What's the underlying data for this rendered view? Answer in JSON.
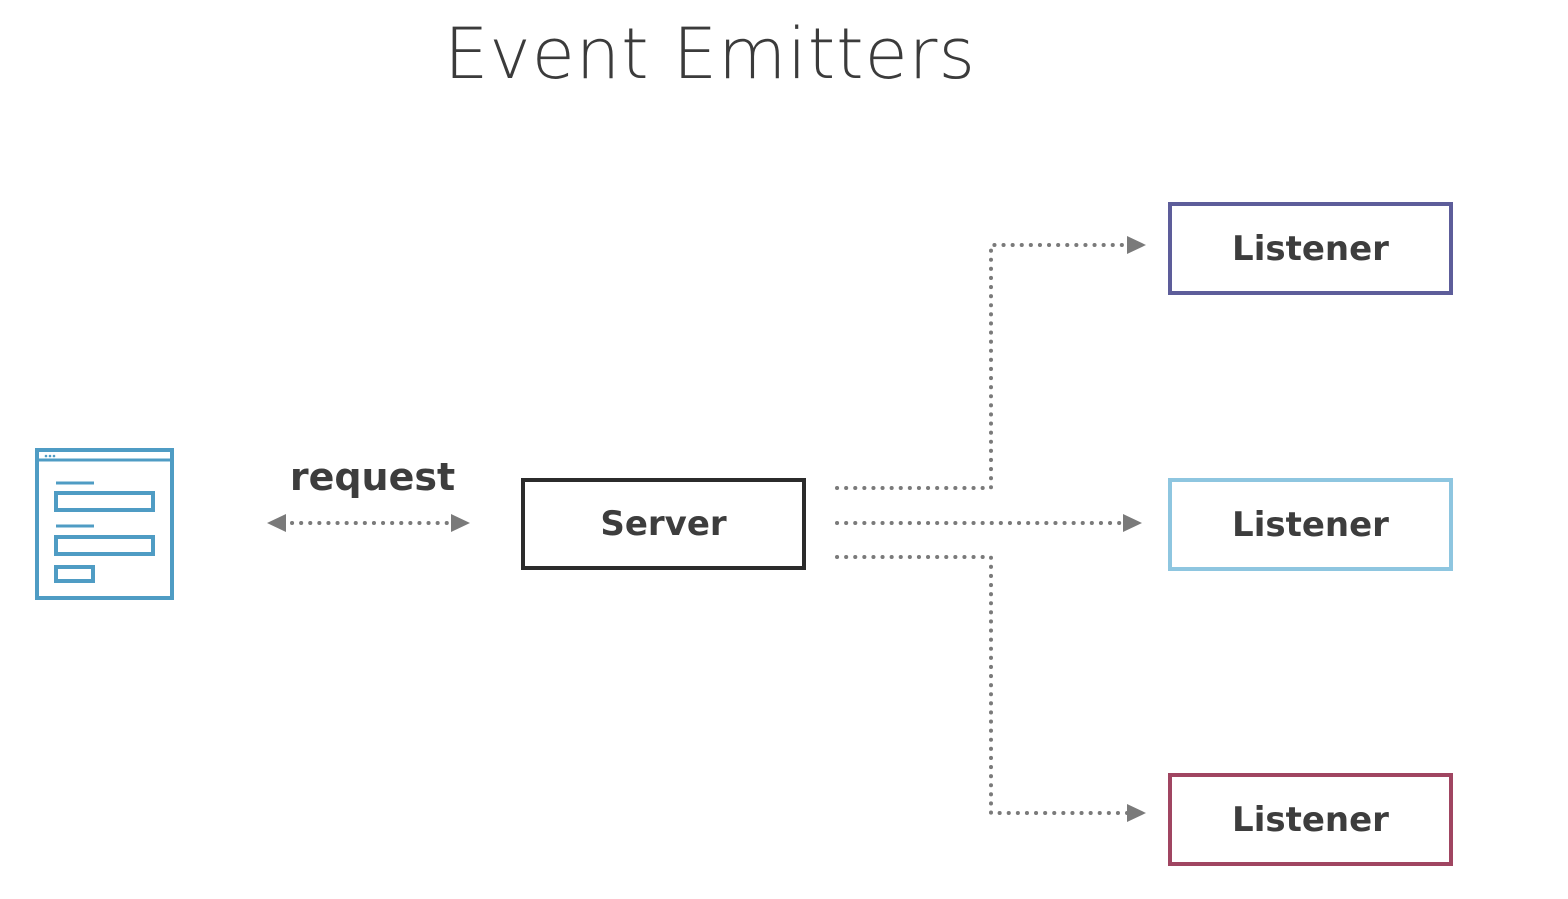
{
  "title": "Event Emitters",
  "client": {
    "icon": "web-page-icon"
  },
  "request": {
    "label": "request"
  },
  "server": {
    "label": "Server"
  },
  "listeners": [
    {
      "label": "Listener",
      "color": "#5d5d9a"
    },
    {
      "label": "Listener",
      "color": "#8ec6e0"
    },
    {
      "label": "Listener",
      "color": "#a04561"
    }
  ],
  "colors": {
    "connector": "#7a7a7a",
    "client_icon": "#4f9cc4",
    "server_border": "#2b2b2b",
    "text": "#3d3d3d"
  }
}
